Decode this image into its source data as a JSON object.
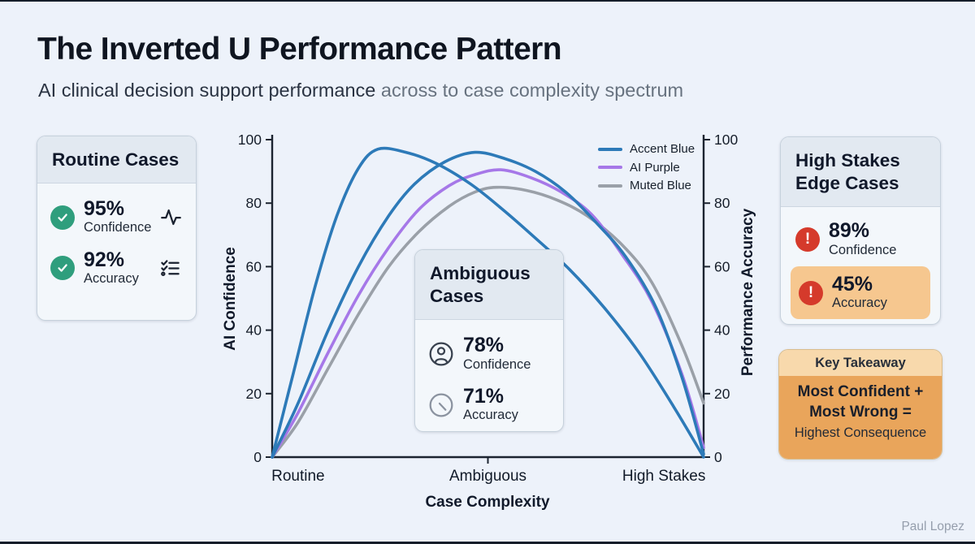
{
  "page": {
    "title": "The Inverted U Performance Pattern",
    "subtitle_dark": "AI clinical decision support performance",
    "subtitle_light": " across to case complexity spectrum",
    "author": "Paul Lopez"
  },
  "colors": {
    "accent_blue": "#2d7ab8",
    "ai_purple": "#a678e8",
    "muted_blue": "#9aa0a8",
    "green_badge": "#2f9e7d",
    "red_badge": "#d53a2b",
    "peach_highlight": "#f6c78f",
    "takeaway_header_bg": "#f8d9ac",
    "takeaway_body_bg": "#e9a55b",
    "card_header_bg": "#e2e9f1",
    "card_bg": "#f3f7fb"
  },
  "cards": {
    "routine": {
      "title": "Routine Cases",
      "metrics": [
        {
          "value": "95%",
          "label": "Confidence",
          "status_icon": "check-circle",
          "aside_icon": "activity"
        },
        {
          "value": "92%",
          "label": "Accuracy",
          "status_icon": "check-circle",
          "aside_icon": "list-checks"
        }
      ]
    },
    "ambiguous": {
      "title_line1": "Ambiguous",
      "title_line2": "Cases",
      "metrics": [
        {
          "value": "78%",
          "label": "Confidence",
          "status_icon": "user-circle"
        },
        {
          "value": "71%",
          "label": "Accuracy",
          "status_icon": "clock"
        }
      ]
    },
    "high_stakes": {
      "title_line1": "High Stakes",
      "title_line2": "Edge Cases",
      "metrics": [
        {
          "value": "89%",
          "label": "Confidence",
          "status_icon": "alert-circle"
        },
        {
          "value": "45%",
          "label": "Accuracy",
          "status_icon": "alert-circle",
          "highlighted": true
        }
      ]
    },
    "key_takeaway": {
      "title": "Key Takeaway",
      "line1": "Most Confident +",
      "line2": "Most Wrong =",
      "line3": "Highest Consequence"
    }
  },
  "chart_data": {
    "type": "line",
    "title": "",
    "xlabel": "Case Complexity",
    "ylabel_left": "AI Confidence",
    "ylabel_right": "Performance Accuracy",
    "x_categories": [
      "Routine",
      "Ambiguous",
      "High Stakes"
    ],
    "x_category_positions": [
      0.06,
      0.5,
      0.908
    ],
    "y_ticks": [
      0,
      20,
      40,
      60,
      80,
      100
    ],
    "ylim": [
      0,
      100
    ],
    "grid": false,
    "legend_position": "upper right",
    "legend": [
      {
        "label": "Accent Blue",
        "color": "#2d7ab8"
      },
      {
        "label": "AI Purple",
        "color": "#a678e8"
      },
      {
        "label": "Muted Blue",
        "color": "#9aa0a8"
      }
    ],
    "series": [
      {
        "name": "Muted Blue",
        "color": "#9aa0a8",
        "points": [
          [
            0,
            0
          ],
          [
            0.06,
            11
          ],
          [
            0.13,
            28
          ],
          [
            0.2,
            45
          ],
          [
            0.27,
            60
          ],
          [
            0.34,
            71
          ],
          [
            0.41,
            79
          ],
          [
            0.47,
            83.5
          ],
          [
            0.52,
            85
          ],
          [
            0.59,
            84
          ],
          [
            0.66,
            81
          ],
          [
            0.73,
            76
          ],
          [
            0.81,
            67
          ],
          [
            0.88,
            55
          ],
          [
            0.95,
            35
          ],
          [
            1,
            17
          ]
        ]
      },
      {
        "name": "AI Purple",
        "color": "#a678e8",
        "points": [
          [
            0,
            0
          ],
          [
            0.06,
            14
          ],
          [
            0.13,
            33
          ],
          [
            0.2,
            51
          ],
          [
            0.27,
            66
          ],
          [
            0.34,
            78
          ],
          [
            0.41,
            85.5
          ],
          [
            0.47,
            89
          ],
          [
            0.53,
            90.5
          ],
          [
            0.6,
            88
          ],
          [
            0.67,
            83.5
          ],
          [
            0.74,
            76.5
          ],
          [
            0.81,
            64
          ],
          [
            0.88,
            49
          ],
          [
            0.95,
            26
          ],
          [
            1,
            3
          ]
        ]
      },
      {
        "name": "Accent Blue (accuracy curve)",
        "color": "#2d7ab8",
        "points": [
          [
            0,
            0
          ],
          [
            0.06,
            17
          ],
          [
            0.13,
            40
          ],
          [
            0.2,
            60
          ],
          [
            0.27,
            76
          ],
          [
            0.33,
            86
          ],
          [
            0.4,
            93
          ],
          [
            0.47,
            96
          ],
          [
            0.54,
            94
          ],
          [
            0.61,
            90
          ],
          [
            0.68,
            83.5
          ],
          [
            0.75,
            74
          ],
          [
            0.82,
            63
          ],
          [
            0.89,
            47
          ],
          [
            0.95,
            25
          ],
          [
            1,
            1
          ]
        ]
      },
      {
        "name": "Accent Blue (confidence curve)",
        "color": "#2d7ab8",
        "points": [
          [
            0,
            0
          ],
          [
            0.05,
            27
          ],
          [
            0.1,
            54
          ],
          [
            0.15,
            76
          ],
          [
            0.2,
            91
          ],
          [
            0.245,
            97
          ],
          [
            0.31,
            96
          ],
          [
            0.38,
            92.5
          ],
          [
            0.46,
            86
          ],
          [
            0.53,
            78.5
          ],
          [
            0.61,
            69
          ],
          [
            0.69,
            59
          ],
          [
            0.77,
            47
          ],
          [
            0.85,
            33
          ],
          [
            0.93,
            16
          ],
          [
            1,
            0
          ]
        ]
      }
    ]
  }
}
